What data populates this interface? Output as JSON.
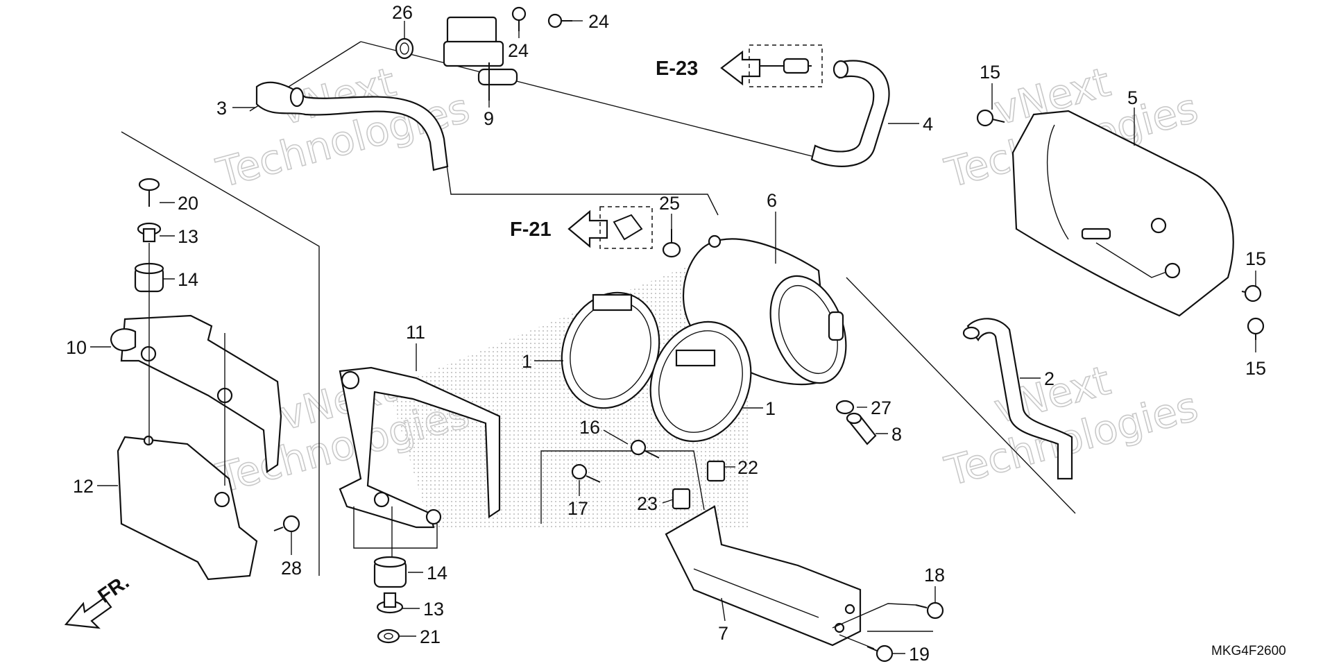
{
  "diagram": {
    "diagram_code": "MKG4F2600",
    "references": [
      {
        "label": "E-23"
      },
      {
        "label": "F-21"
      }
    ],
    "front_indicator": "FR.",
    "watermark": [
      "vNext",
      "Technologies"
    ],
    "callouts": [
      {
        "id": "c26",
        "text": "26"
      },
      {
        "id": "c24a",
        "text": "24"
      },
      {
        "id": "c24b",
        "text": "24"
      },
      {
        "id": "c3",
        "text": "3"
      },
      {
        "id": "c9",
        "text": "9"
      },
      {
        "id": "c4",
        "text": "4"
      },
      {
        "id": "c15a",
        "text": "15"
      },
      {
        "id": "c5",
        "text": "5"
      },
      {
        "id": "c20",
        "text": "20"
      },
      {
        "id": "c13a",
        "text": "13"
      },
      {
        "id": "c14a",
        "text": "14"
      },
      {
        "id": "c25",
        "text": "25"
      },
      {
        "id": "c6",
        "text": "6"
      },
      {
        "id": "c15b",
        "text": "15"
      },
      {
        "id": "c15c",
        "text": "15"
      },
      {
        "id": "c10",
        "text": "10"
      },
      {
        "id": "c11",
        "text": "11"
      },
      {
        "id": "c1a",
        "text": "1"
      },
      {
        "id": "c1b",
        "text": "1"
      },
      {
        "id": "c2",
        "text": "2"
      },
      {
        "id": "c27",
        "text": "27"
      },
      {
        "id": "c8",
        "text": "8"
      },
      {
        "id": "c16",
        "text": "16"
      },
      {
        "id": "c22",
        "text": "22"
      },
      {
        "id": "c12",
        "text": "12"
      },
      {
        "id": "c17",
        "text": "17"
      },
      {
        "id": "c23",
        "text": "23"
      },
      {
        "id": "c28",
        "text": "28"
      },
      {
        "id": "c14b",
        "text": "14"
      },
      {
        "id": "c18",
        "text": "18"
      },
      {
        "id": "c13b",
        "text": "13"
      },
      {
        "id": "c7",
        "text": "7"
      },
      {
        "id": "c21",
        "text": "21"
      },
      {
        "id": "c19",
        "text": "19"
      }
    ]
  }
}
